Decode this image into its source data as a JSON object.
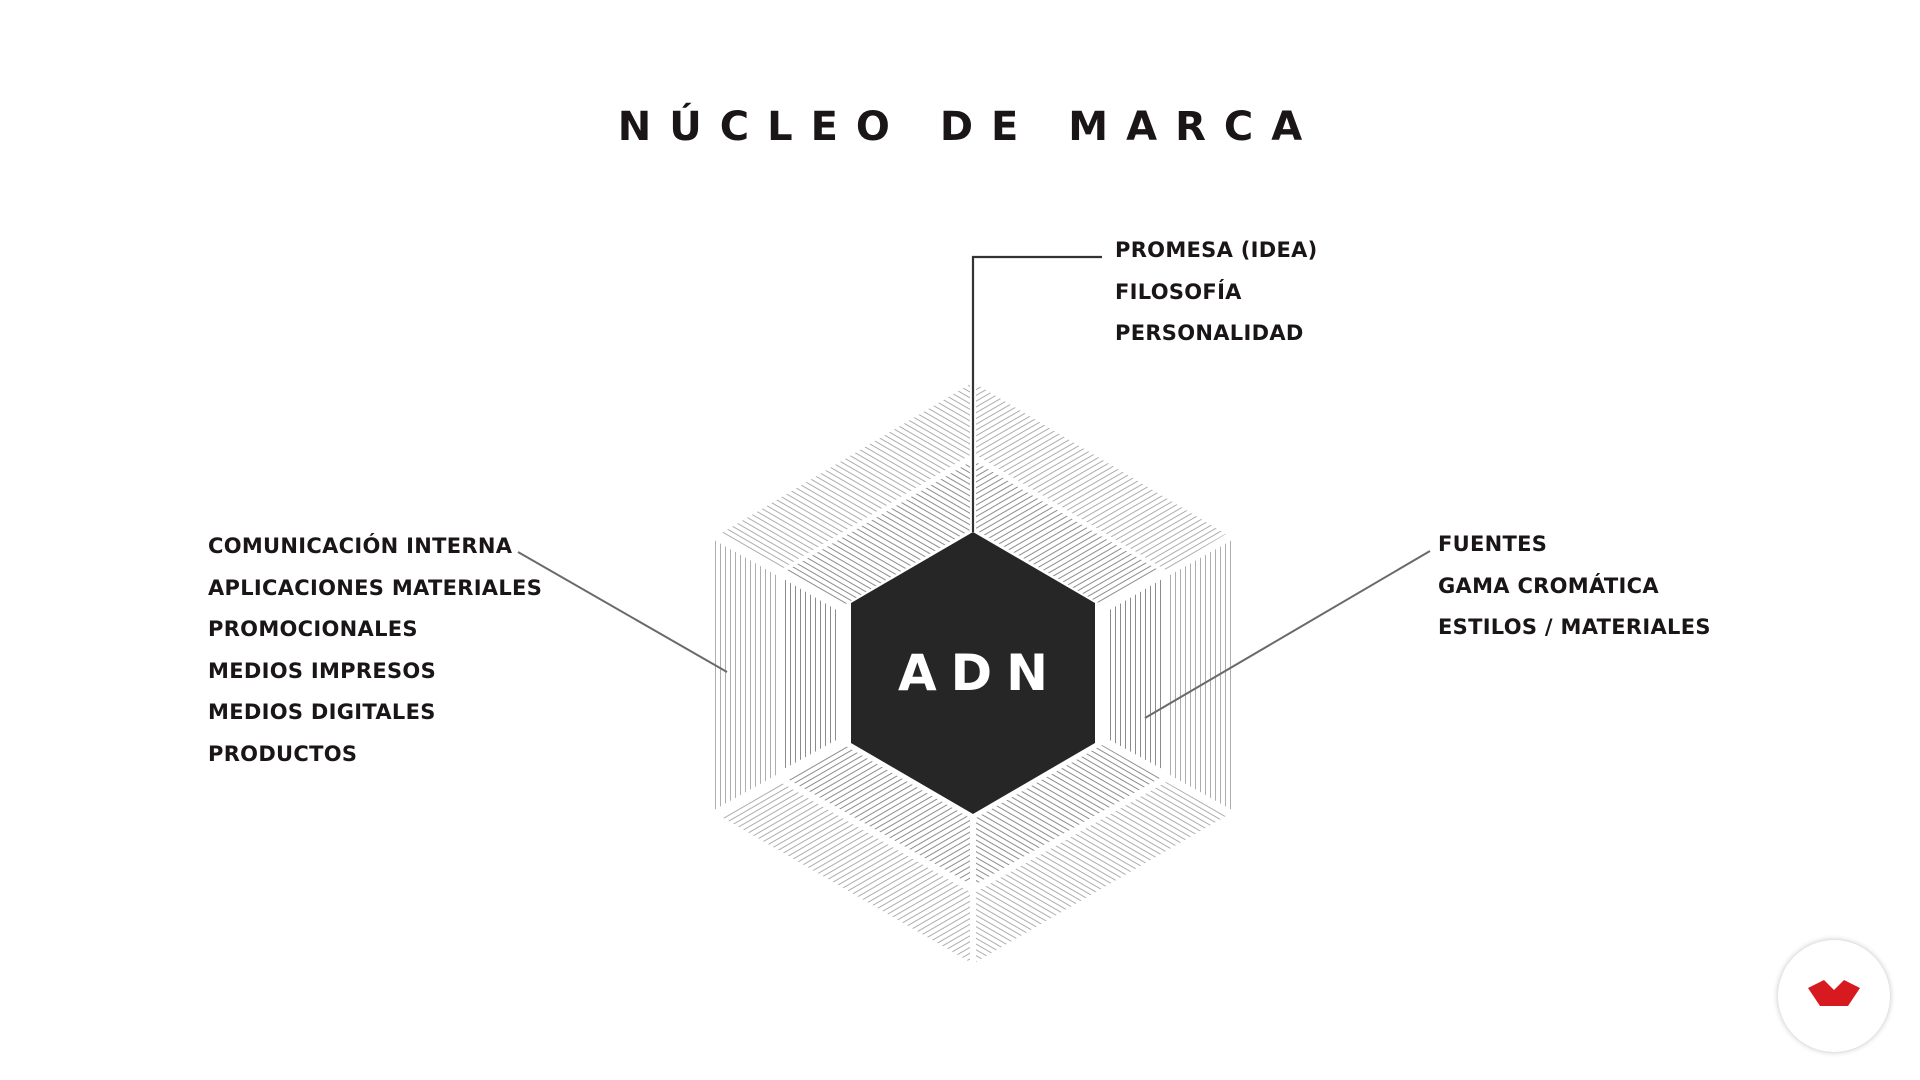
{
  "title": "NÚCLEO DE MARCA",
  "center": "ADN",
  "top_group": [
    "PROMESA (IDEA)",
    "FILOSOFÍA",
    "PERSONALIDAD"
  ],
  "left_group": [
    "COMUNICACIÓN INTERNA",
    "APLICACIONES  MATERIALES",
    "PROMOCIONALES",
    "MEDIOS IMPRESOS",
    "MEDIOS DIGITALES",
    "PRODUCTOS"
  ],
  "right_group": [
    "FUENTES",
    "GAMA  CROMÁTICA",
    "ESTILOS / MATERIALES"
  ],
  "colors": {
    "text": "#1a1516",
    "core_fill": "#262626",
    "ring_hatch": "#9a9a9a",
    "connector": "#555555",
    "logo_accent": "#d71920"
  },
  "icons": {
    "logo": "red-chevron-logo-icon"
  }
}
